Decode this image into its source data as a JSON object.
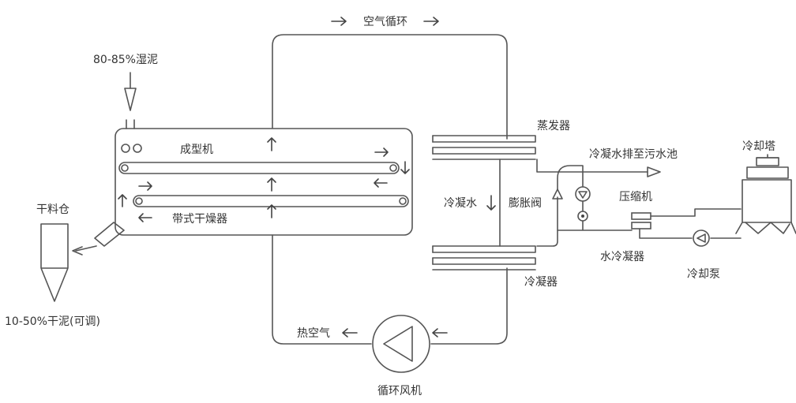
{
  "labels": {
    "air_cycle": "空气循环",
    "wet_sludge": "80-85%湿泥",
    "forming_machine": "成型机",
    "belt_dryer": "带式干燥器",
    "dry_bin": "干料仓",
    "dry_sludge": "10-50%干泥(可调)",
    "evaporator": "蒸发器",
    "condensate_drain": "冷凝水排至污水池",
    "cooling_tower": "冷却塔",
    "condensate": "冷凝水",
    "expansion_valve": "膨胀阀",
    "compressor": "压缩机",
    "water_condenser": "水冷凝器",
    "condenser": "冷凝器",
    "cooling_pump": "冷却泵",
    "hot_air": "热空气",
    "circulation_fan": "循环风机"
  },
  "colors": {
    "line": "#555555",
    "text": "#333333"
  }
}
